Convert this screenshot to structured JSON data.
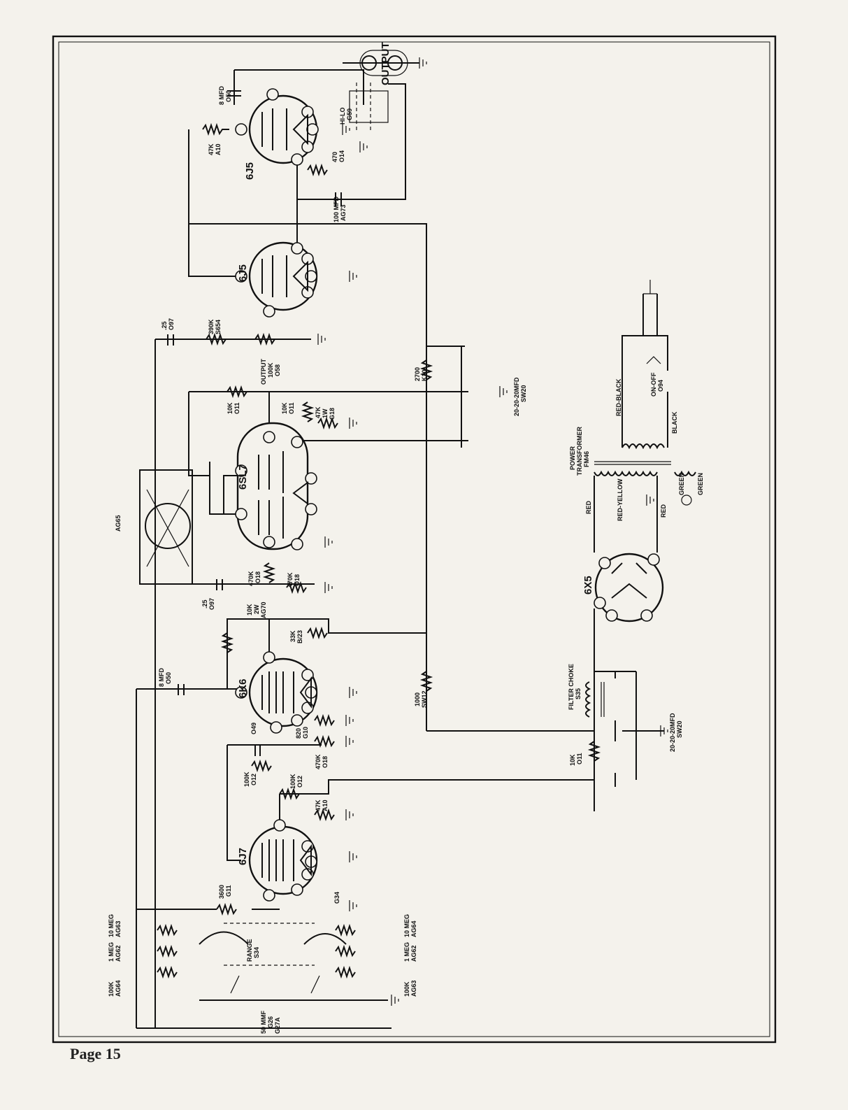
{
  "page": {
    "page_label": "Page 15"
  },
  "tubes": {
    "v1": "6J7",
    "v2": "6K6",
    "v3": "6SL7",
    "v4": "6J5",
    "v5": "6J5",
    "rect": "6X5"
  },
  "output_jack": "OUTPUT",
  "hilo_switch": [
    "HI-LO",
    "G59"
  ],
  "range_switch": [
    "RANGE",
    "S34"
  ],
  "cap_50mmf": [
    "50 MMF",
    "G26",
    "G27A"
  ],
  "res_range_left": [
    [
      "100K",
      "AG64"
    ],
    [
      "1 MEG",
      "AG62"
    ],
    [
      "10 MEG",
      "AG63"
    ]
  ],
  "res_range_right": [
    [
      "100K",
      "AG63"
    ],
    [
      "1 MEG",
      "AG62"
    ],
    [
      "10 MEG",
      "AG64"
    ]
  ],
  "r3600": [
    "3600",
    "G11"
  ],
  "g34": "G34",
  "r100k_o12_a": [
    "100K",
    "O12"
  ],
  "r100k_o12_b": [
    "100K",
    "O12"
  ],
  "r47k_a10_a": [
    "47K",
    "A10"
  ],
  "r470k_o18_a": [
    "470K",
    "O18"
  ],
  "r820": [
    "820",
    "G10"
  ],
  "c049": "O49",
  "c8mfd_a": [
    "8 MFD",
    "O50"
  ],
  "r10k_2w": [
    "10K",
    "2W",
    "AG70"
  ],
  "r33k": [
    "33K",
    "B/23"
  ],
  "r1000": [
    "1000",
    "SW12"
  ],
  "c25_a": [
    ".25",
    "O97"
  ],
  "r470k_o18_b": [
    "470K",
    "O18"
  ],
  "r470k_o18_c": [
    "470K",
    "O18"
  ],
  "chopper": [
    "AG65"
  ],
  "r10k_o11_a": [
    "10K",
    "O11"
  ],
  "r10k_o11_b": [
    "10K",
    "O11"
  ],
  "r47k_1w": [
    "47K",
    "1W",
    "G18"
  ],
  "pot_output": [
    "OUTPUT",
    "100K",
    "O58"
  ],
  "r390k": [
    "390K",
    "S654"
  ],
  "c25_b": [
    ".25",
    "O97"
  ],
  "r2700": [
    "2700",
    "K10"
  ],
  "filter_cap_a": [
    "20-20-20MFD",
    "SW20"
  ],
  "r47k_a10_b": [
    "47K",
    "A10"
  ],
  "c8mfd_b": [
    "8 MFD",
    "O50"
  ],
  "r470_o14": [
    "470",
    "O14"
  ],
  "c100mfd": [
    "100 MFD",
    "AG73"
  ],
  "power_transformer": [
    "POWER",
    "TRANSFORMER",
    "FM46"
  ],
  "wire_colors": {
    "red_black": "RED-BLACK",
    "black": "BLACK",
    "red_yellow": "RED-YELLOW",
    "red1": "RED",
    "red2": "RED",
    "green1": "GREEN",
    "green2": "GREEN"
  },
  "on_off": [
    "ON-OFF",
    "O94"
  ],
  "filter_choke": [
    "FILTER CHOKE",
    "S35"
  ],
  "r10k_o11_c": [
    "10K",
    "O11"
  ],
  "filter_cap_b": [
    "20-20-20MFD",
    "SW20"
  ]
}
